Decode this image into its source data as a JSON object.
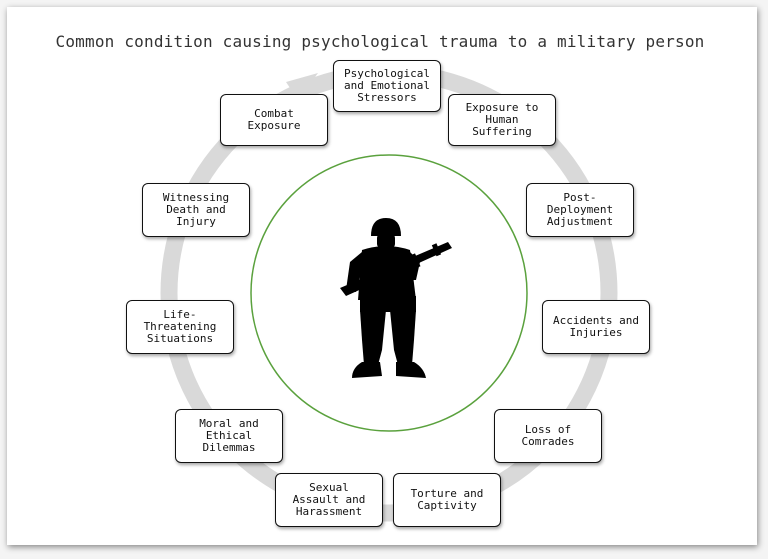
{
  "title": "Common condition causing psychological trauma to a military person",
  "nodes": [
    {
      "label": "Psychological\nand Emotional\nStressors"
    },
    {
      "label": "Exposure to\nHuman\nSuffering"
    },
    {
      "label": "Post-\nDeployment\nAdjustment"
    },
    {
      "label": "Accidents and\nInjuries"
    },
    {
      "label": "Loss of\nComrades"
    },
    {
      "label": "Torture and\nCaptivity"
    },
    {
      "label": "Sexual\nAssault and\nHarassment"
    },
    {
      "label": "Moral and\nEthical\nDilemmas"
    },
    {
      "label": "Life-\nThreatening\nSituations"
    },
    {
      "label": "Witnessing\nDeath and\nInjury"
    },
    {
      "label": "Combat\nExposure"
    }
  ],
  "center": {
    "icon": "soldier-silhouette-icon"
  },
  "colors": {
    "ring": "#d9d9d9",
    "center_circle": "#5aa13d",
    "border": "#111111"
  }
}
